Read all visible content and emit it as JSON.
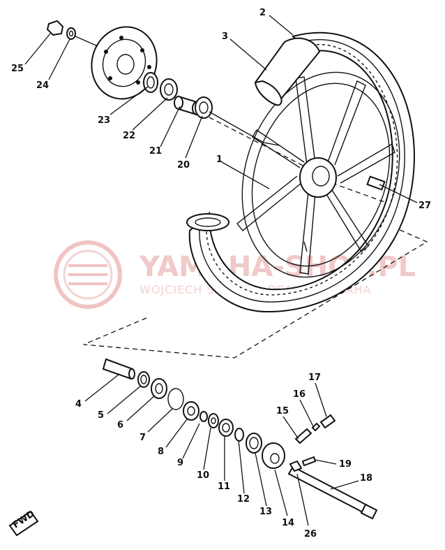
{
  "watermark": {
    "title": "YAMAHA-SHOP.PL",
    "subtitle": "WOJCIECH SZCZYT | DEALER YAMAHA",
    "color": "#e8a0a0"
  },
  "fwd_label": "FWD",
  "callouts": {
    "c1": "1",
    "c2": "2",
    "c3": "3",
    "c4": "4",
    "c5": "5",
    "c6": "6",
    "c7": "7",
    "c8": "8",
    "c9": "9",
    "c10": "10",
    "c11": "11",
    "c12": "12",
    "c13": "13",
    "c14": "14",
    "c15": "15",
    "c16": "16",
    "c17": "17",
    "c18": "18",
    "c19": "19",
    "c20": "20",
    "c21": "21",
    "c22": "22",
    "c23": "23",
    "c24": "24",
    "c25": "25",
    "c26": "26",
    "c27": "27"
  }
}
